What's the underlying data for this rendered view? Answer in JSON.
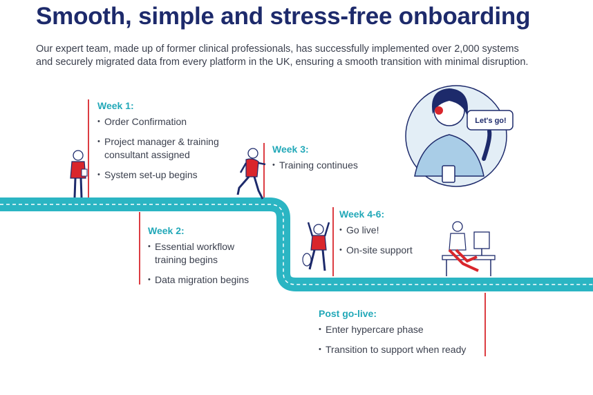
{
  "header": {
    "title": "Smooth, simple and stress-free onboarding",
    "intro_lines": [
      "Our expert team, made up of former clinical professionals, has successfully implemented over 2,000 systems",
      "and securely migrated data from every platform in the UK, ensuring a smooth transition with minimal disruption."
    ]
  },
  "stages": [
    {
      "title": "Week 1:",
      "items": [
        "Order Confirmation",
        "Project manager & training",
        "consultant assigned",
        "System set-up begins"
      ]
    },
    {
      "title": "Week 2:",
      "items": [
        "Essential workflow",
        "training begins",
        "Data migration begins"
      ]
    },
    {
      "title": "Week 3:",
      "items": [
        "Training continues"
      ]
    },
    {
      "title": "Week 4-6:",
      "items": [
        "Go live!",
        "On-site support"
      ]
    },
    {
      "title": "Post go-live:",
      "items": [
        "Enter hypercare phase",
        "Transition to support when ready"
      ]
    }
  ],
  "speech_bubble": "Let's go!",
  "colors": {
    "navy": "#1d2a6b",
    "teal": "#2bb5c3",
    "teal_text": "#22a8b8",
    "red": "#d9262c",
    "text": "#3a3f4d",
    "circle_bg": "#e3eef6"
  }
}
